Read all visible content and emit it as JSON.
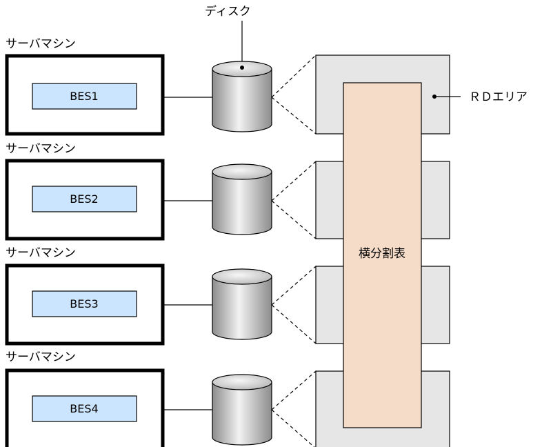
{
  "diagram": {
    "disk_label": "ディスク",
    "rdarea_label": "ＲＤエリア",
    "table_label": "横分割表",
    "machines": [
      {
        "title": "サーバマシン",
        "bes": "BES1"
      },
      {
        "title": "サーバマシン",
        "bes": "BES2"
      },
      {
        "title": "サーバマシン",
        "bes": "BES3"
      },
      {
        "title": "サーバマシン",
        "bes": "BES4"
      }
    ]
  },
  "colors": {
    "bes_fill": "#cce5ff",
    "rdarea_fill": "#e6e6e6",
    "table_fill": "#f5dcc8",
    "disk_fill": "#bfbfbf"
  }
}
